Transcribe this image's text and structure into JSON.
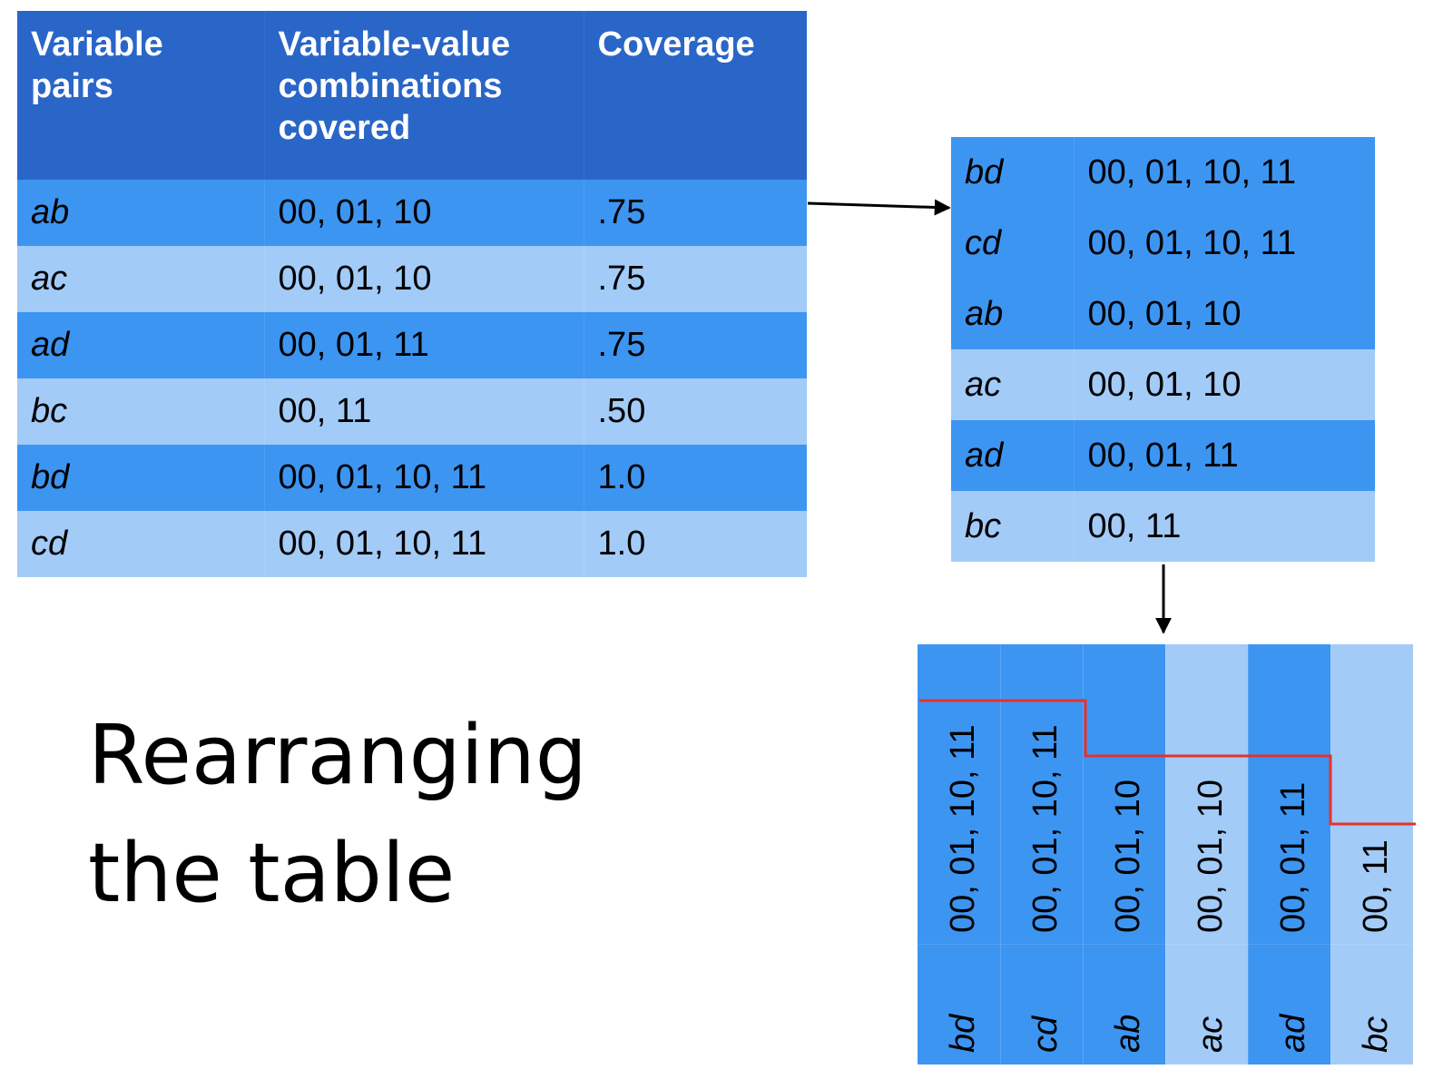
{
  "main_table": {
    "headers": {
      "col1": [
        "Variable",
        "pairs"
      ],
      "col2": [
        "Variable-value",
        "combinations",
        "covered"
      ],
      "col3": [
        "Coverage"
      ]
    },
    "rows": [
      {
        "pair": "ab",
        "combos": "00, 01, 10",
        "coverage": ".75"
      },
      {
        "pair": "ac",
        "combos": "00, 01, 10",
        "coverage": ".75"
      },
      {
        "pair": "ad",
        "combos": "00, 01, 11",
        "coverage": ".75"
      },
      {
        "pair": "bc",
        "combos": "00, 11",
        "coverage": ".50"
      },
      {
        "pair": "bd",
        "combos": "00, 01, 10, 11",
        "coverage": "1.0"
      },
      {
        "pair": "cd",
        "combos": "00, 01, 10, 11",
        "coverage": "1.0"
      }
    ]
  },
  "sorted_table": {
    "rows": [
      {
        "pair": "bd",
        "combos": "00, 01, 10, 11"
      },
      {
        "pair": "cd",
        "combos": "00, 01, 10, 11"
      },
      {
        "pair": "ab",
        "combos": "00, 01, 10"
      },
      {
        "pair": "ac",
        "combos": "00, 01, 10"
      },
      {
        "pair": "ad",
        "combos": "00, 01, 11"
      },
      {
        "pair": "bc",
        "combos": "00, 11"
      }
    ]
  },
  "rotated_columns": [
    {
      "pair": "bd",
      "combos": "00, 01, 10, 11"
    },
    {
      "pair": "cd",
      "combos": "00, 01, 10, 11"
    },
    {
      "pair": "ab",
      "combos": "00, 01, 10"
    },
    {
      "pair": "ac",
      "combos": "00, 01, 10"
    },
    {
      "pair": "ad",
      "combos": "00, 01, 11"
    },
    {
      "pair": "bc",
      "combos": "00, 11"
    }
  ],
  "caption": {
    "line1": "Rearranging",
    "line2": "the table"
  },
  "colors": {
    "header": "#2a66c8",
    "row_dark": "#3d95f2",
    "row_light": "#a3cbf8",
    "boundary_line": "#e8312a",
    "arrow": "#000000"
  }
}
